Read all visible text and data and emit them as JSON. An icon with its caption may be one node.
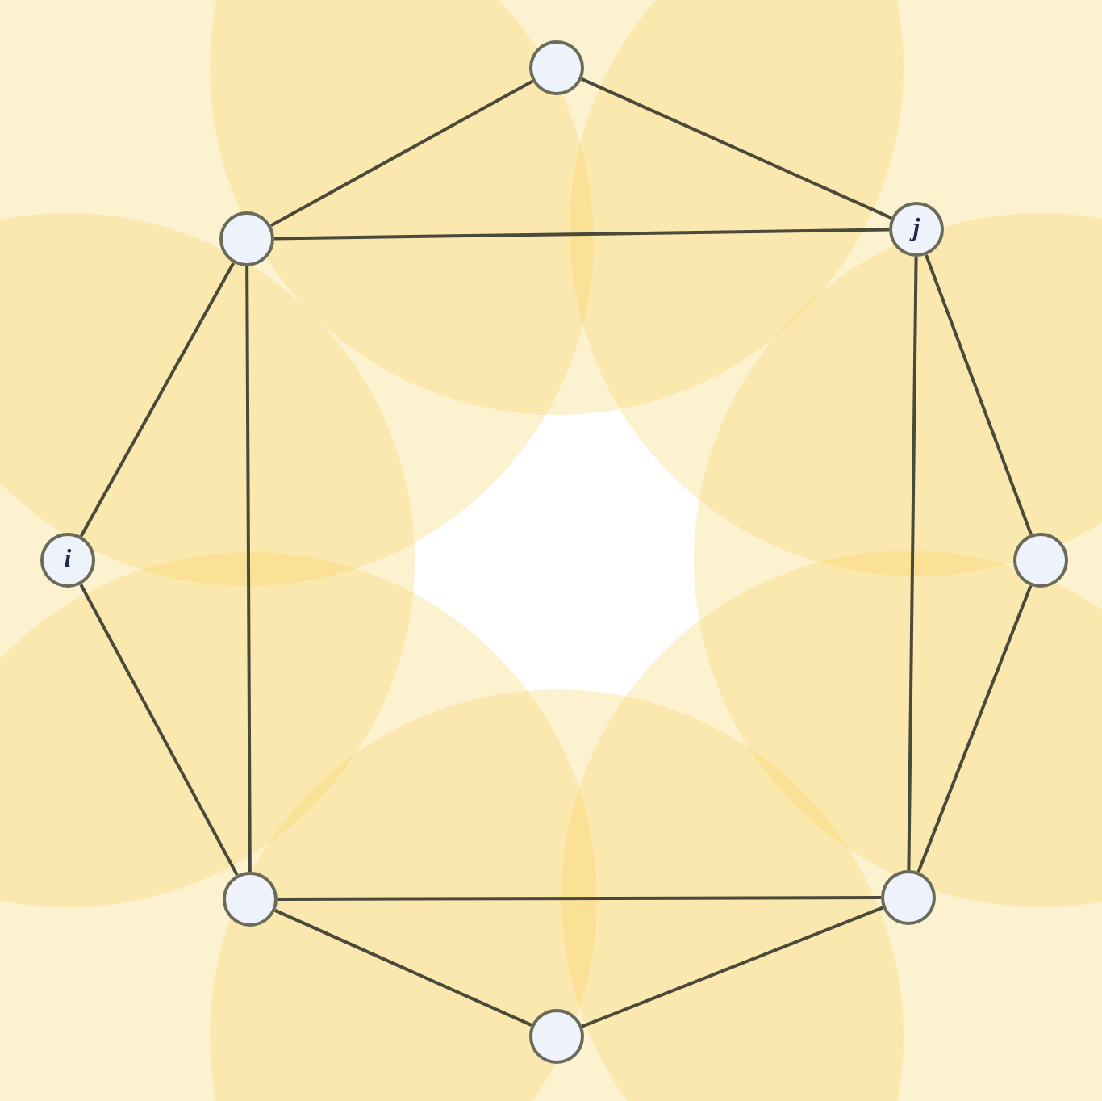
{
  "diagram": {
    "nodes": [
      {
        "text": [],
        "shape": "circle"
      },
      {
        "text": [],
        "shape": "circle"
      },
      {
        "text": [
          "j"
        ]
      },
      {
        "text": [
          "i"
        ]
      },
      {
        "text": [],
        "shape": "circle"
      },
      {
        "text": [],
        "shape": "circle"
      },
      {
        "text": [],
        "shape": "circle"
      },
      {
        "text": [],
        "shape": "circle"
      }
    ],
    "edges": [
      {
        "from": 0,
        "to": 1,
        "arrow": "none"
      },
      {
        "from": 0,
        "to": 2,
        "arrow": "none"
      },
      {
        "from": 1,
        "to": 2,
        "arrow": "none"
      },
      {
        "from": 1,
        "to": 3,
        "arrow": "none"
      },
      {
        "from": 1,
        "to": 5,
        "arrow": "none"
      },
      {
        "from": 2,
        "to": 4,
        "arrow": "none"
      },
      {
        "from": 2,
        "to": 6,
        "arrow": "none"
      },
      {
        "from": 3,
        "to": 5,
        "arrow": "none"
      },
      {
        "from": 4,
        "to": 6,
        "arrow": "none"
      },
      {
        "from": 5,
        "to": 6,
        "arrow": "none"
      },
      {
        "from": 5,
        "to": 7,
        "arrow": "none"
      },
      {
        "from": 6,
        "to": 7,
        "arrow": "none"
      }
    ]
  }
}
